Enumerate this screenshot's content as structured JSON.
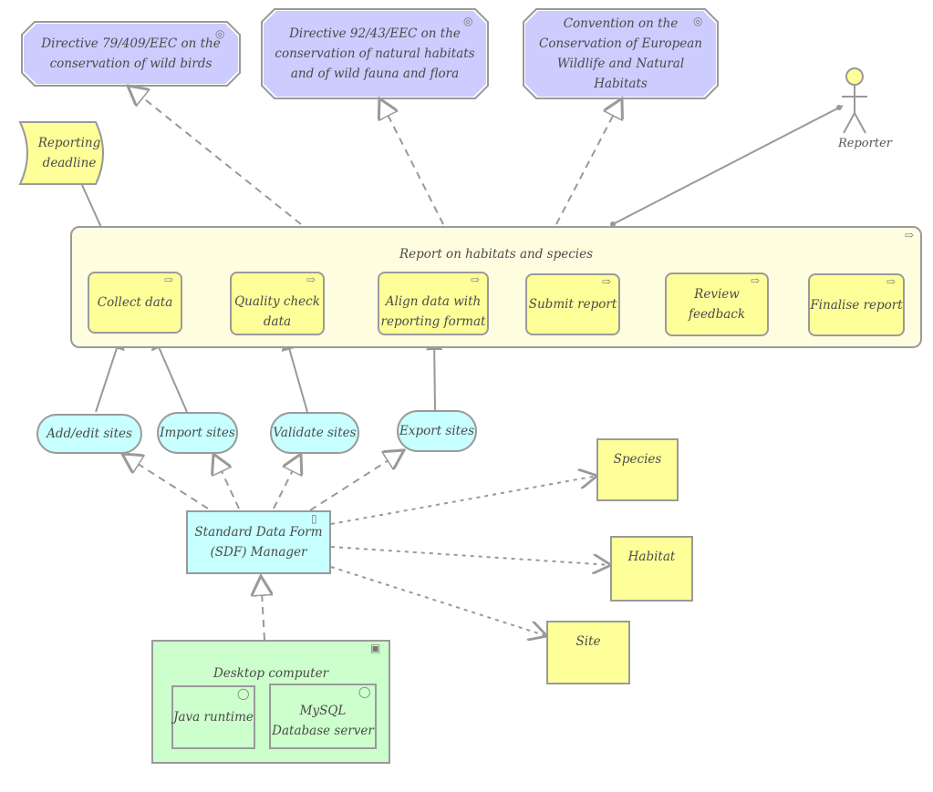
{
  "requirements": [
    {
      "text": "Directive 79/409/EEC on the conservation of wild birds"
    },
    {
      "text": "Directive 92/43/EEC on the conservation of natural habitats and of wild fauna and flora"
    },
    {
      "text": "Convention on the Conservation of European Wildlife and Natural Habitats"
    }
  ],
  "event": {
    "text": "Reporting deadline"
  },
  "actor": {
    "label": "Reporter"
  },
  "process_group": {
    "label": "Report on habitats and species"
  },
  "processes": [
    {
      "text": "Collect data"
    },
    {
      "text": "Quality check data"
    },
    {
      "text": "Align data with reporting format"
    },
    {
      "text": "Submit report"
    },
    {
      "text": "Review feedback"
    },
    {
      "text": "Finalise report"
    }
  ],
  "services": [
    {
      "text": "Add/edit sites"
    },
    {
      "text": "Import sites"
    },
    {
      "text": "Validate sites"
    },
    {
      "text": "Export sites"
    }
  ],
  "application": {
    "text": "Standard Data Form (SDF) Manager"
  },
  "data_objects": [
    {
      "text": "Species"
    },
    {
      "text": "Habitat"
    },
    {
      "text": "Site"
    }
  ],
  "node": {
    "label": "Desktop computer",
    "children": [
      {
        "text": "Java runtime"
      },
      {
        "text": "MySQL Database server"
      }
    ]
  },
  "colors": {
    "requirement": "#ccccff",
    "process": "#ffff99",
    "group": "#fffde0",
    "service": "#c8ffff",
    "node": "#ccffcc",
    "line": "#999999"
  }
}
